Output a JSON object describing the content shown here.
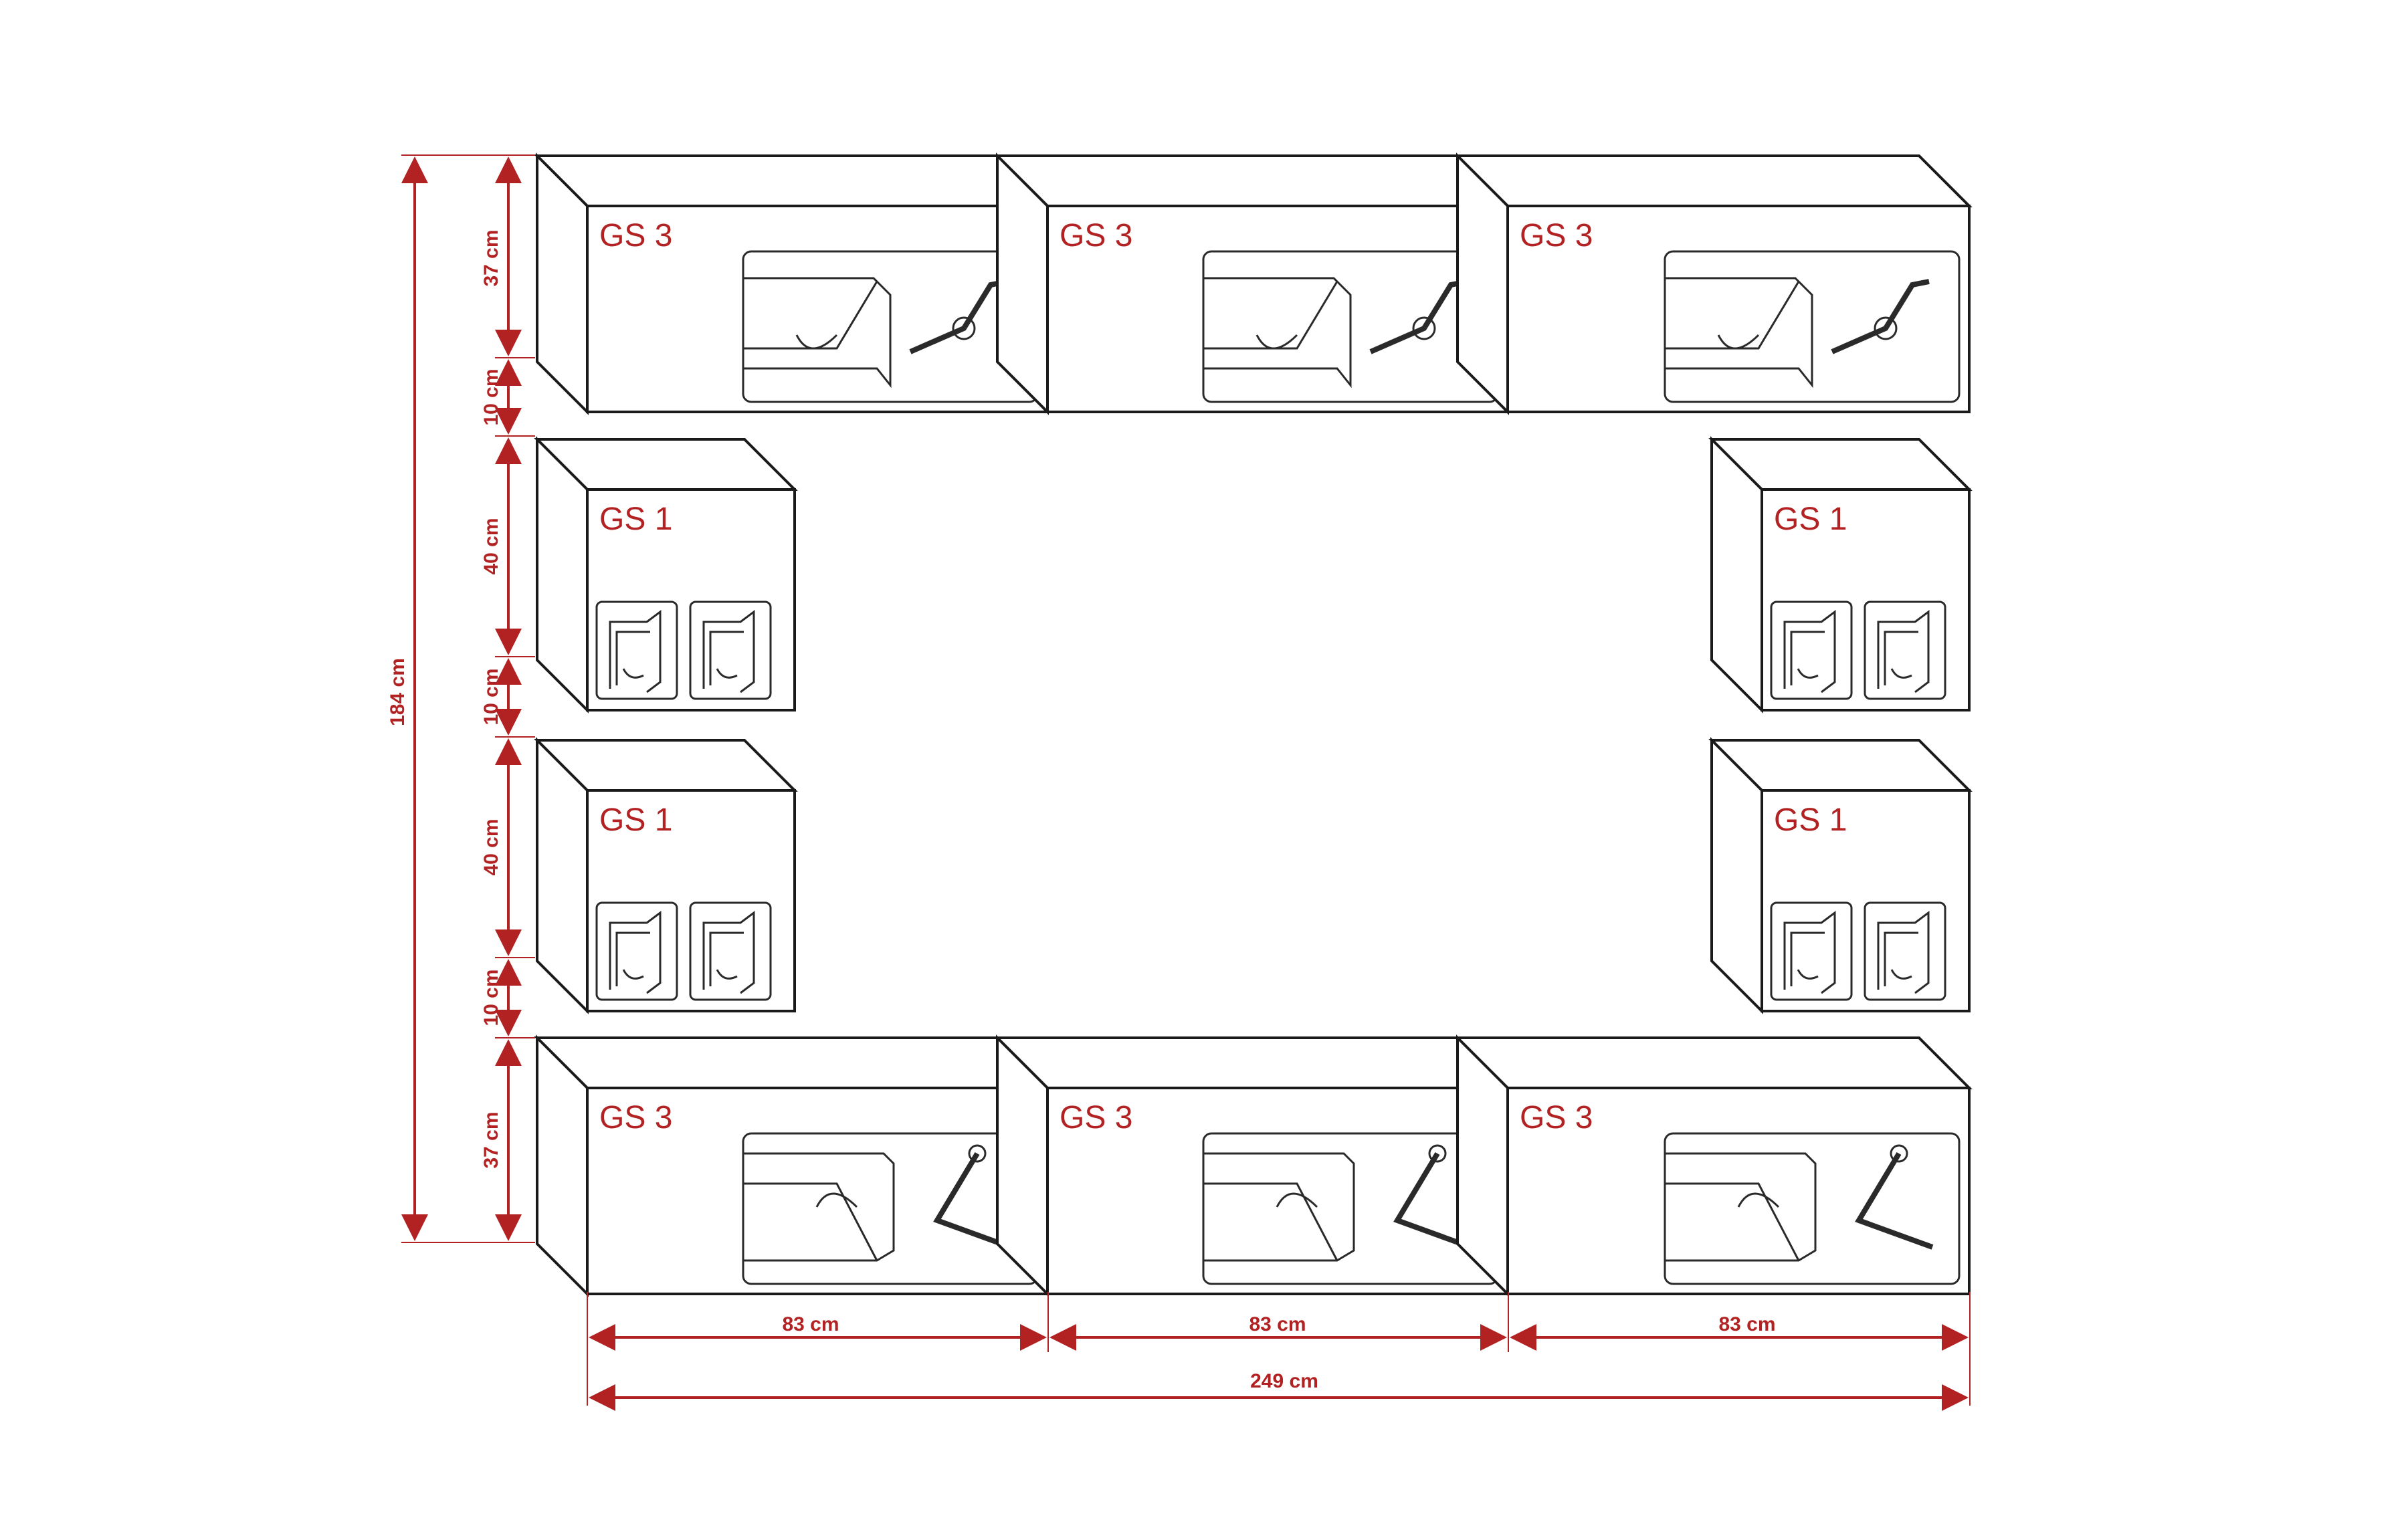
{
  "diagram": {
    "accent_color": "#b22222",
    "line_color": "#1a1a1a",
    "units": [
      {
        "id": "top-1",
        "label": "GS 3",
        "type": "flap-up"
      },
      {
        "id": "top-2",
        "label": "GS 3",
        "type": "flap-up"
      },
      {
        "id": "top-3",
        "label": "GS 3",
        "type": "flap-up"
      },
      {
        "id": "left-1",
        "label": "GS 1",
        "type": "door"
      },
      {
        "id": "right-1",
        "label": "GS 1",
        "type": "door"
      },
      {
        "id": "left-2",
        "label": "GS 1",
        "type": "door"
      },
      {
        "id": "right-2",
        "label": "GS 1",
        "type": "door"
      },
      {
        "id": "bottom-1",
        "label": "GS 3",
        "type": "flap-down"
      },
      {
        "id": "bottom-2",
        "label": "GS 3",
        "type": "flap-down"
      },
      {
        "id": "bottom-3",
        "label": "GS 3",
        "type": "flap-down"
      }
    ],
    "dimensions": {
      "total_height": "184 cm",
      "vertical": [
        "37 cm",
        "10 cm",
        "40 cm",
        "10 cm",
        "40 cm",
        "10 cm",
        "37 cm"
      ],
      "widths": [
        "83 cm",
        "83 cm",
        "83 cm"
      ],
      "total_width": "249 cm"
    }
  }
}
